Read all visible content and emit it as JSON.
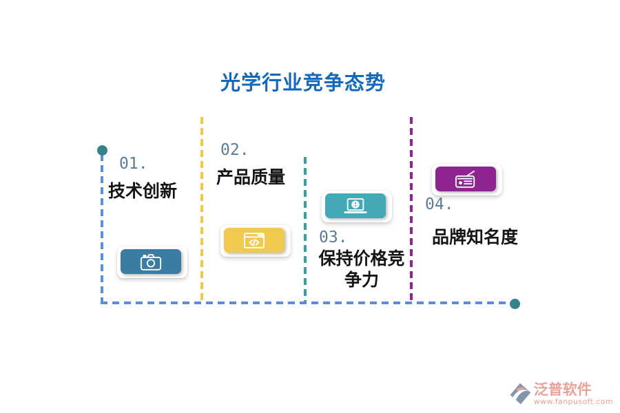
{
  "title": {
    "text": "光学行业竞争态势",
    "color": "#1569bd"
  },
  "steps": [
    {
      "number": "01.",
      "label": "技术创新",
      "icon": "camera-icon",
      "button_color": "#3b7ca3",
      "line_color": "#5d8dd3"
    },
    {
      "number": "02.",
      "label": "产品质量",
      "icon": "code-window-icon",
      "button_color": "#f0c94e",
      "line_color": "#f0c93e"
    },
    {
      "number": "03.",
      "label": "保持价格竞争力",
      "icon": "laptop-globe-icon",
      "button_color": "#44a9b6",
      "line_color": "#3a9daa"
    },
    {
      "number": "04.",
      "label": "品牌知名度",
      "icon": "radio-icon",
      "button_color": "#8e2492",
      "line_color": "#8e2492"
    }
  ],
  "timeline": {
    "axis_color": "#5d8dd3",
    "dot_color": "#35828e"
  },
  "number_color": "#5b7b96",
  "label_color": "#151515",
  "watermark": {
    "brand": "泛普软件",
    "url": "www.fanpusoft.com",
    "color": "#e8a29a"
  }
}
